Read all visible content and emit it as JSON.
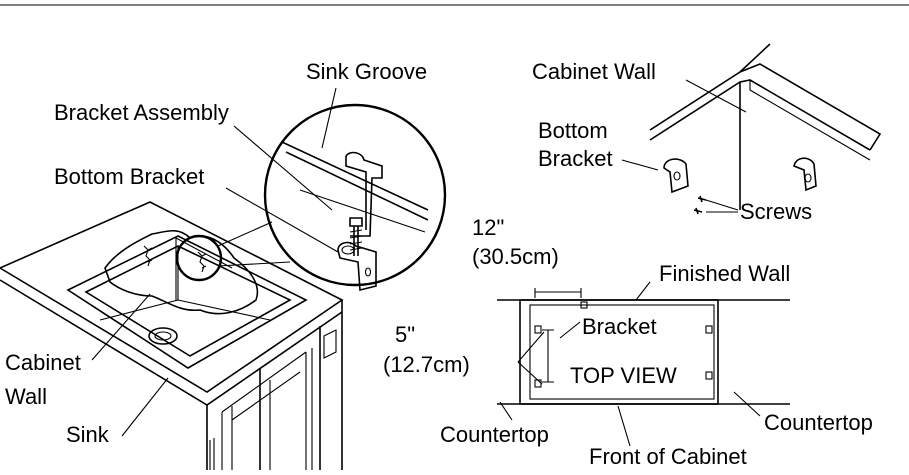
{
  "labels": {
    "sink_groove": "Sink Groove",
    "bracket_assembly": "Bracket Assembly",
    "bottom_bracket": "Bottom Bracket",
    "cabinet_wall_left_1": "Cabinet",
    "cabinet_wall_left_2": "Wall",
    "sink": "Sink",
    "cabinet_wall_top": "Cabinet Wall",
    "bottom_bracket_right_1": "Bottom",
    "bottom_bracket_right_2": "Bracket",
    "screws": "Screws",
    "dim_12_in": "12\"",
    "dim_12_cm": "(30.5cm)",
    "dim_5_in": "5\"",
    "dim_5_cm": "(12.7cm)",
    "finished_wall": "Finished Wall",
    "bracket": "Bracket",
    "top_view": "TOP VIEW",
    "countertop_left": "Countertop",
    "countertop_right": "Countertop",
    "front_of_cabinet": "Front of Cabinet"
  }
}
